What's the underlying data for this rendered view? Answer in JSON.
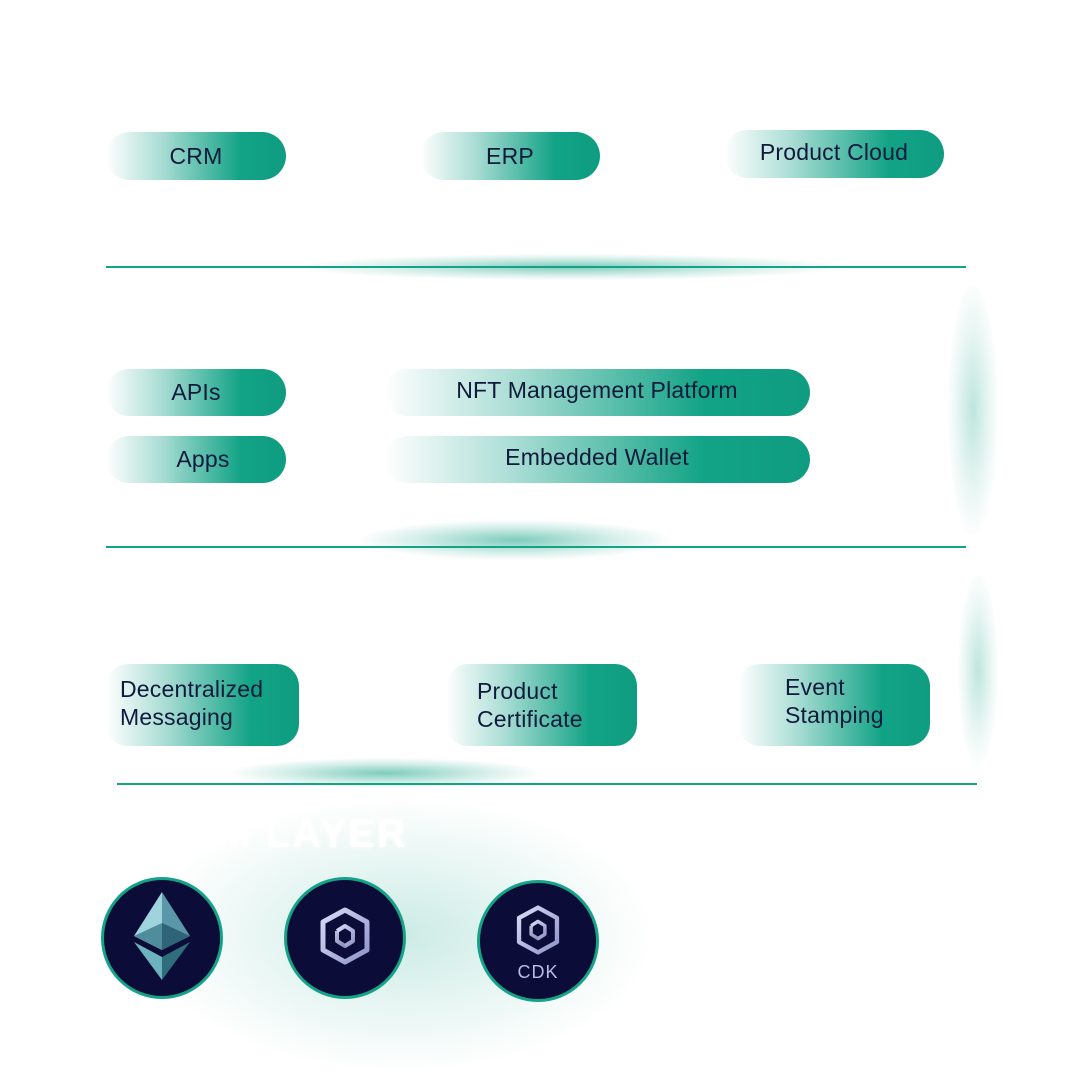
{
  "top_layer": {
    "items": [
      {
        "label": "CRM"
      },
      {
        "label": "ERP"
      },
      {
        "label": "Product Cloud"
      }
    ]
  },
  "middle_layer": {
    "left": [
      {
        "label": "APIs"
      },
      {
        "label": "Apps"
      }
    ],
    "right": [
      {
        "label": "NFT Management Platform"
      },
      {
        "label": "Embedded Wallet"
      }
    ]
  },
  "service_layer": {
    "items": [
      {
        "line1": "Decentralized",
        "line2": "Messaging"
      },
      {
        "line1": "Product",
        "line2": "Certificate"
      },
      {
        "line1": "Event",
        "line2": "Stamping"
      }
    ]
  },
  "evm_layer": {
    "label": "EVM LAYER",
    "chains": [
      {
        "icon": "ethereum-icon"
      },
      {
        "icon": "polygon-icon"
      },
      {
        "icon": "polygon-cdk-icon",
        "caption": "CDK"
      }
    ]
  },
  "colors": {
    "accent": "#14a386",
    "chain_bg": "#0b0c37",
    "text": "#101a3c"
  }
}
